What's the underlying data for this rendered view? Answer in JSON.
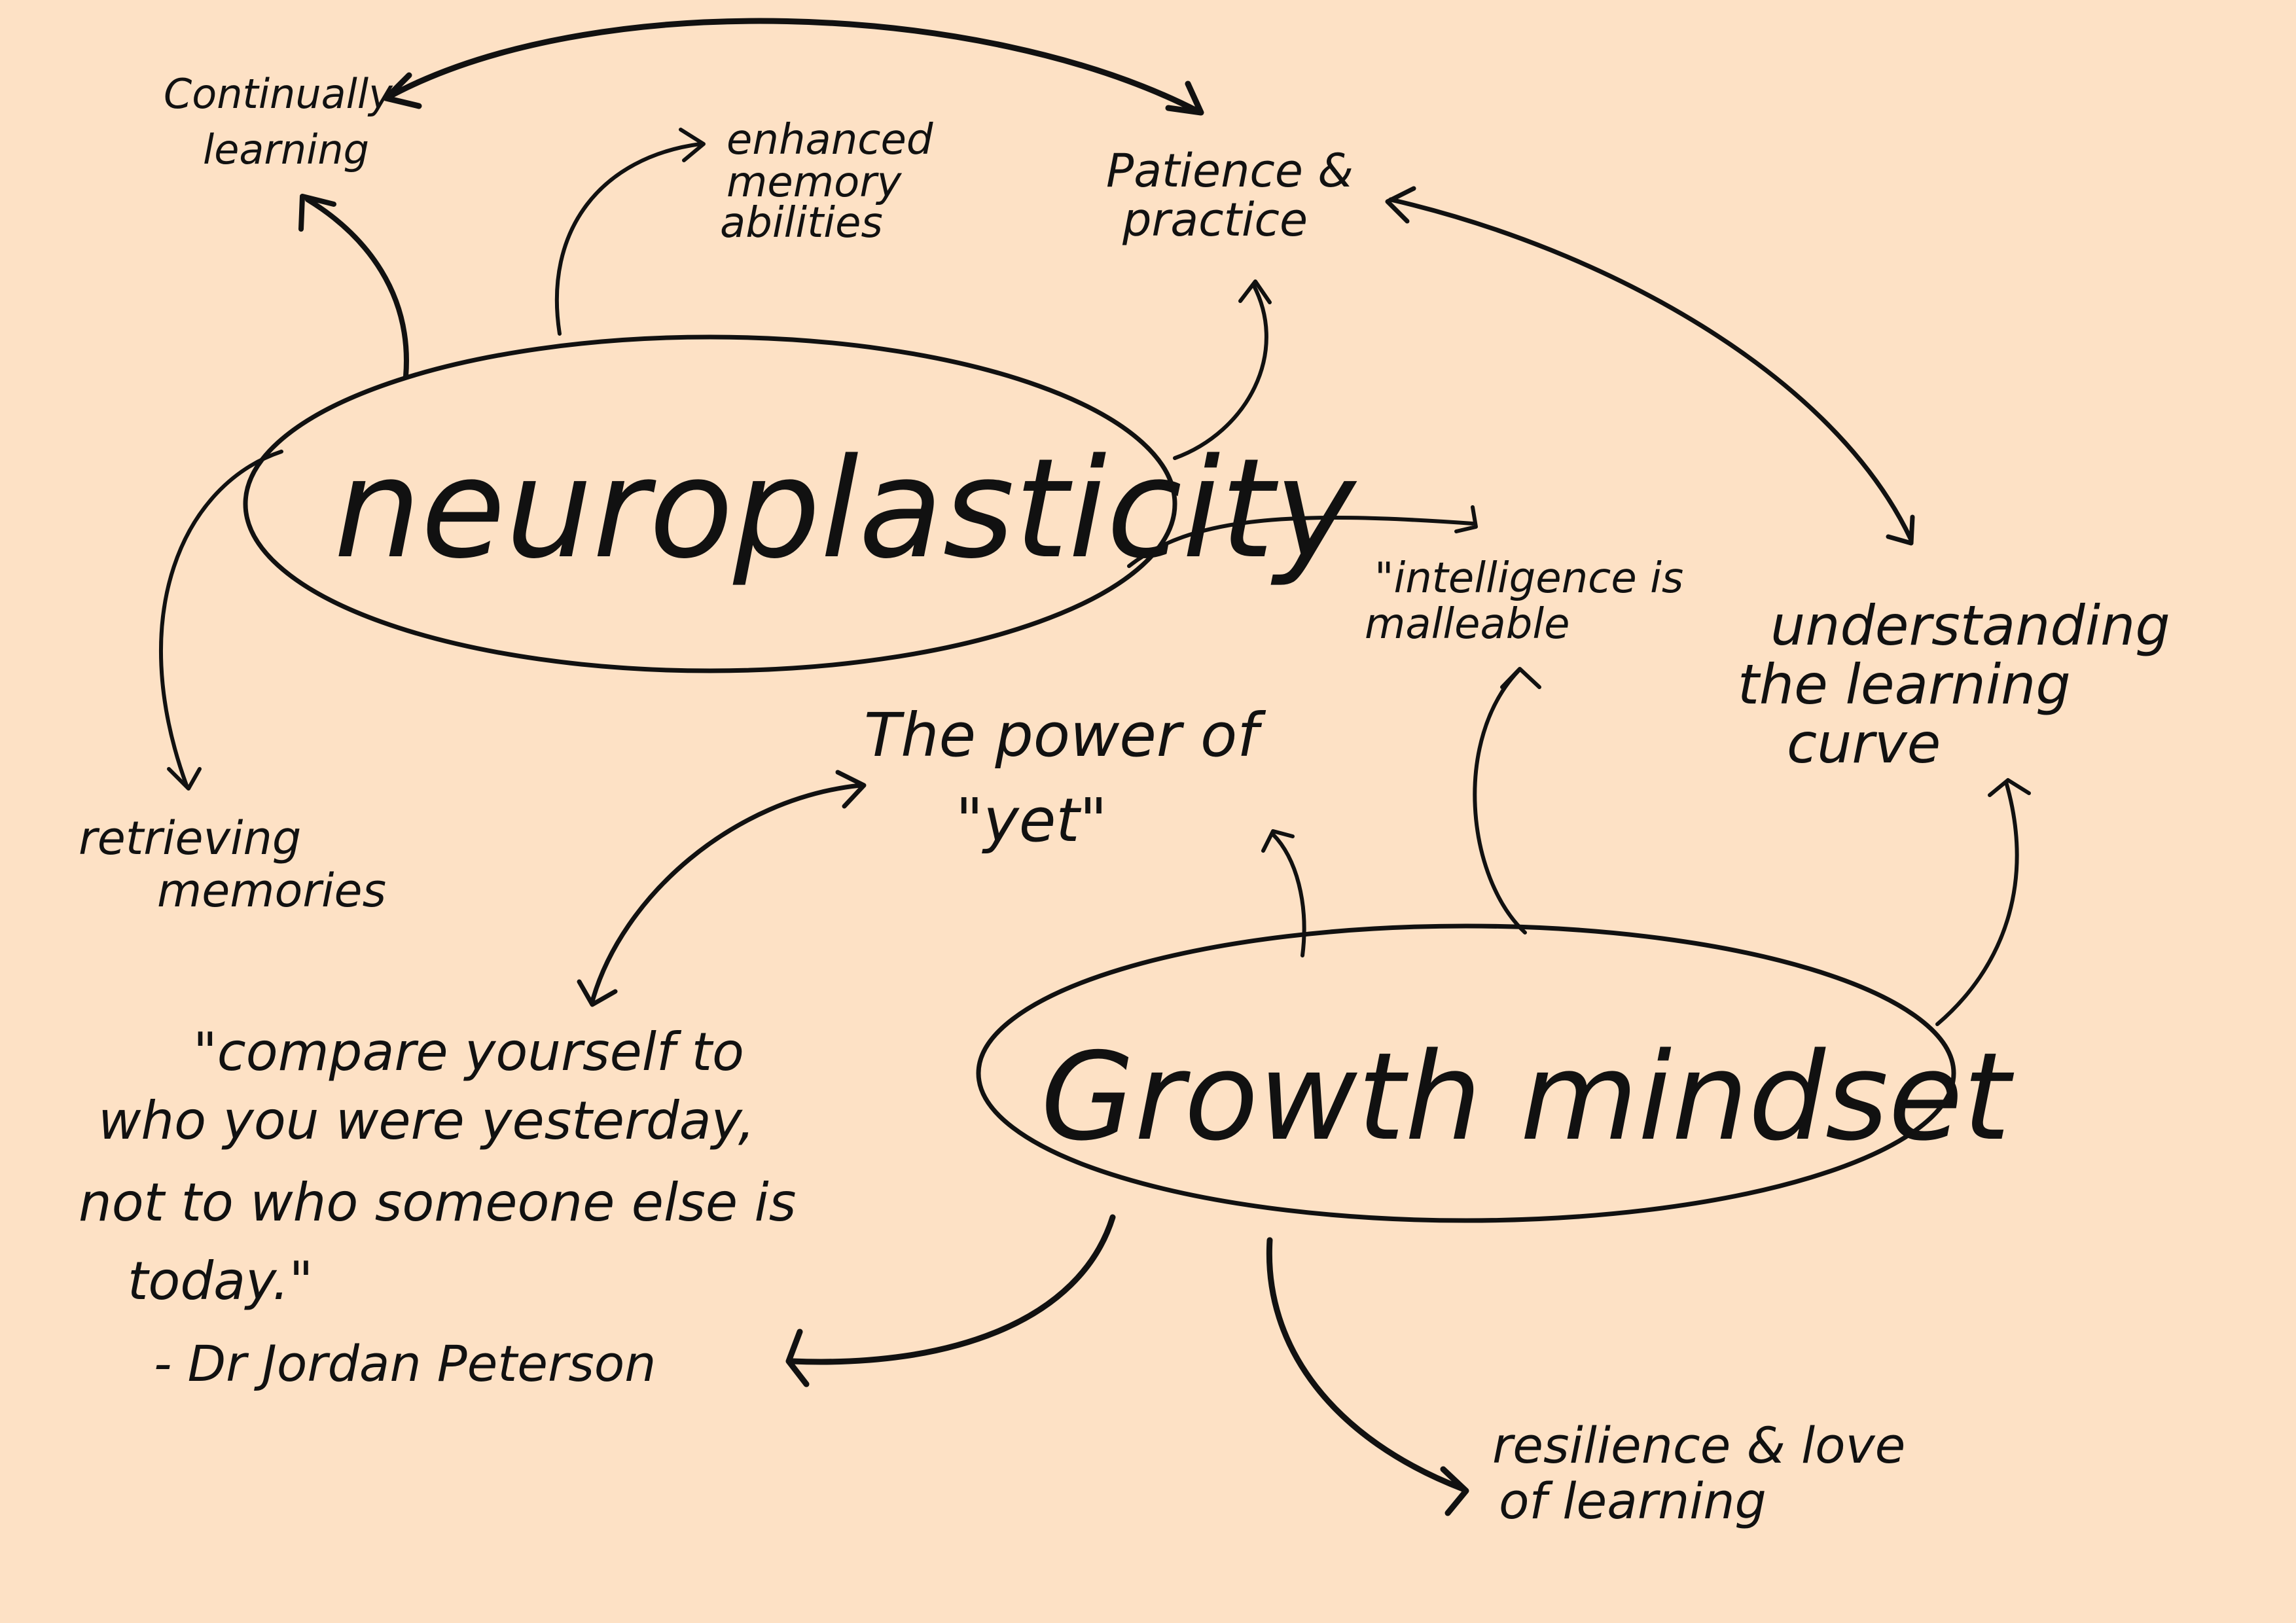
{
  "background": "#fde1c5",
  "ink": "#111111",
  "nodes": {
    "neuroplasticity": "neuroplasticity",
    "growth_mindset": "Growth mindset",
    "continually_learning": [
      "Continually",
      "learning"
    ],
    "enhanced_memory": [
      "enhanced",
      "memory",
      "abilities"
    ],
    "patience_practice": [
      "Patience &",
      "practice"
    ],
    "intelligence_malleable": [
      "\"intelligence is",
      "malleable"
    ],
    "understanding_curve": [
      "understanding",
      "the learning",
      "curve"
    ],
    "power_of_yet": [
      "The power of",
      "\"yet\""
    ],
    "retrieving_memories": [
      "retrieving",
      "memories"
    ],
    "resilience": [
      "resilience & love",
      "of learning"
    ],
    "quote": {
      "lines": [
        "\"compare yourself to",
        "who you were yesterday,",
        "not to who someone else is",
        "today.\""
      ],
      "attribution": "- Dr Jordan Peterson"
    }
  }
}
